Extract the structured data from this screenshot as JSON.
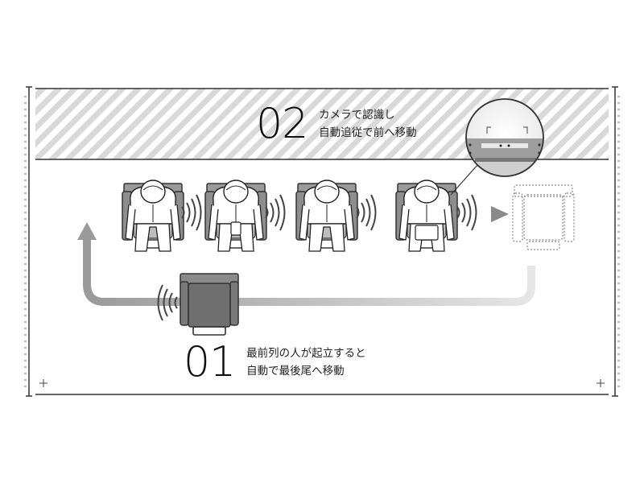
{
  "step_02": {
    "number": "02",
    "line1": "カメラで認識し",
    "line2": "自動追従で前へ移動"
  },
  "step_01": {
    "number": "01",
    "line1": "最前列の人が起立すると",
    "line2": "自動で最後尾へ移動"
  },
  "colors": {
    "stripe": "#d9d9d9",
    "frame": "#333333",
    "arrow": "#9a9a9a",
    "chair": "#555555"
  },
  "icons": [
    "camera-lens-icon",
    "person-on-chair-icon",
    "signal-wave-icon",
    "empty-chair-icon",
    "arrow-icon"
  ]
}
